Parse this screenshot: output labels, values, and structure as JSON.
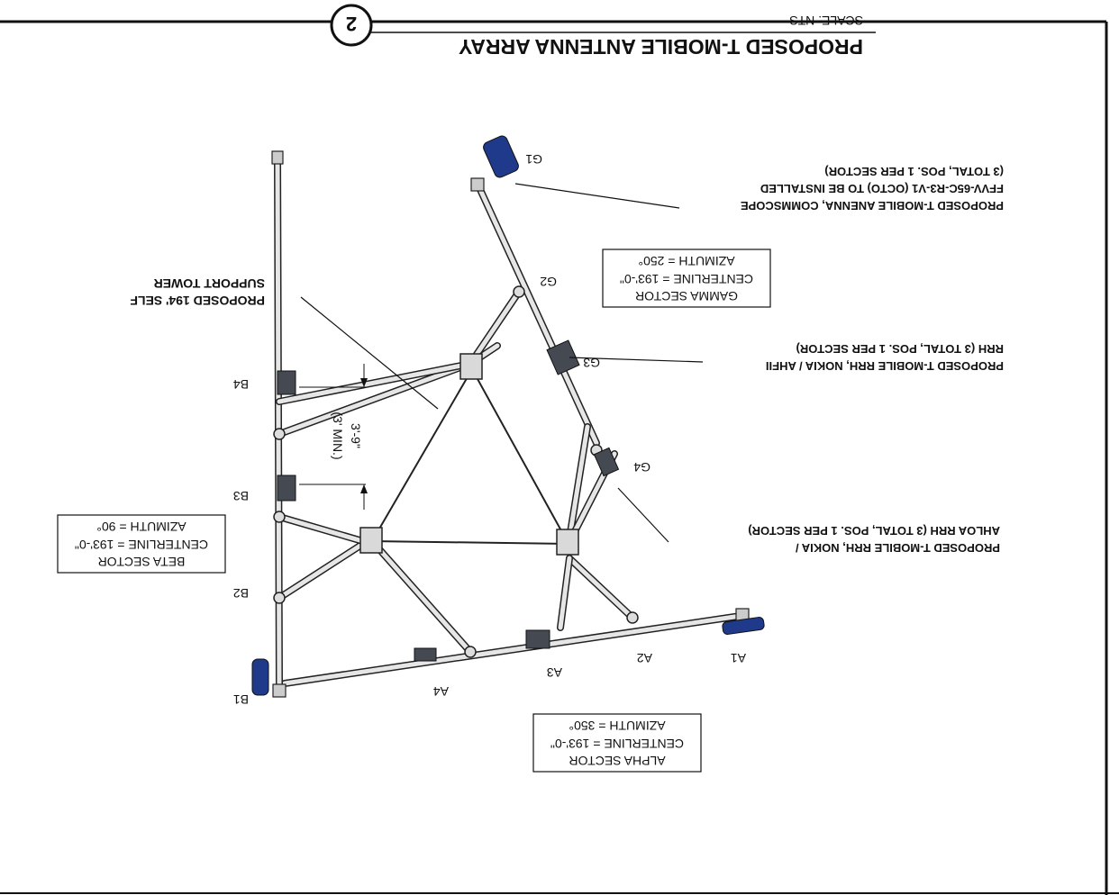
{
  "drawing": {
    "title": "PROPOSED T-MOBILE ANTENNA ARRAY",
    "scale": "SCALE: NTS",
    "detail_number": "2"
  },
  "sectors": {
    "alpha": {
      "name": "ALPHA SECTOR",
      "centerline": "CENTERLINE = 193'-0\"",
      "azimuth": "AZIMUTH = 350°"
    },
    "beta": {
      "name": "BETA SECTOR",
      "centerline": "CENTERLINE = 193'-0\"",
      "azimuth": "AZIMUTH = 90°"
    },
    "gamma": {
      "name": "GAMMA SECTOR",
      "centerline": "CENTERLINE = 193'-0\"",
      "azimuth": "AZIMUTH = 250°"
    }
  },
  "positions": {
    "A1": "A1",
    "A2": "A2",
    "A3": "A3",
    "A4": "A4",
    "B1": "B1",
    "B2": "B2",
    "B3": "B3",
    "B4": "B4",
    "G1": "G1",
    "G2": "G2",
    "G3": "G3",
    "G4": "G4"
  },
  "callouts": {
    "antenna": [
      "PROPOSED T-MOBILE ANENNA, COMMSCOPE",
      "FFVV-65C-R3-V1 (OCTO) TO BE INSTALLED",
      "(3 TOTAL, POS. 1 PER SECTOR)"
    ],
    "rrh_ahfii": [
      "PROPOSED T-MOBILE RRH,  NOKIA / AHFII",
      "RRH (3 TOTAL, POS. 1 PER SECTOR)"
    ],
    "rrh_ahloa": [
      "PROPOSED T-MOBILE RRH, NOKIA /",
      "AHLOA RRH (3 TOTAL, POS. 1 PER SECTOR)"
    ],
    "tower": [
      "PROPOSED 194' SELF",
      "SUPPORT TOWER"
    ]
  },
  "dimension": {
    "value": "3'-9\"",
    "min": "(3' MIN.)"
  },
  "colors": {
    "antenna": "#1f3a8a",
    "rrh": "#454a52",
    "steel": "#e6e6e6",
    "line": "#222222"
  }
}
